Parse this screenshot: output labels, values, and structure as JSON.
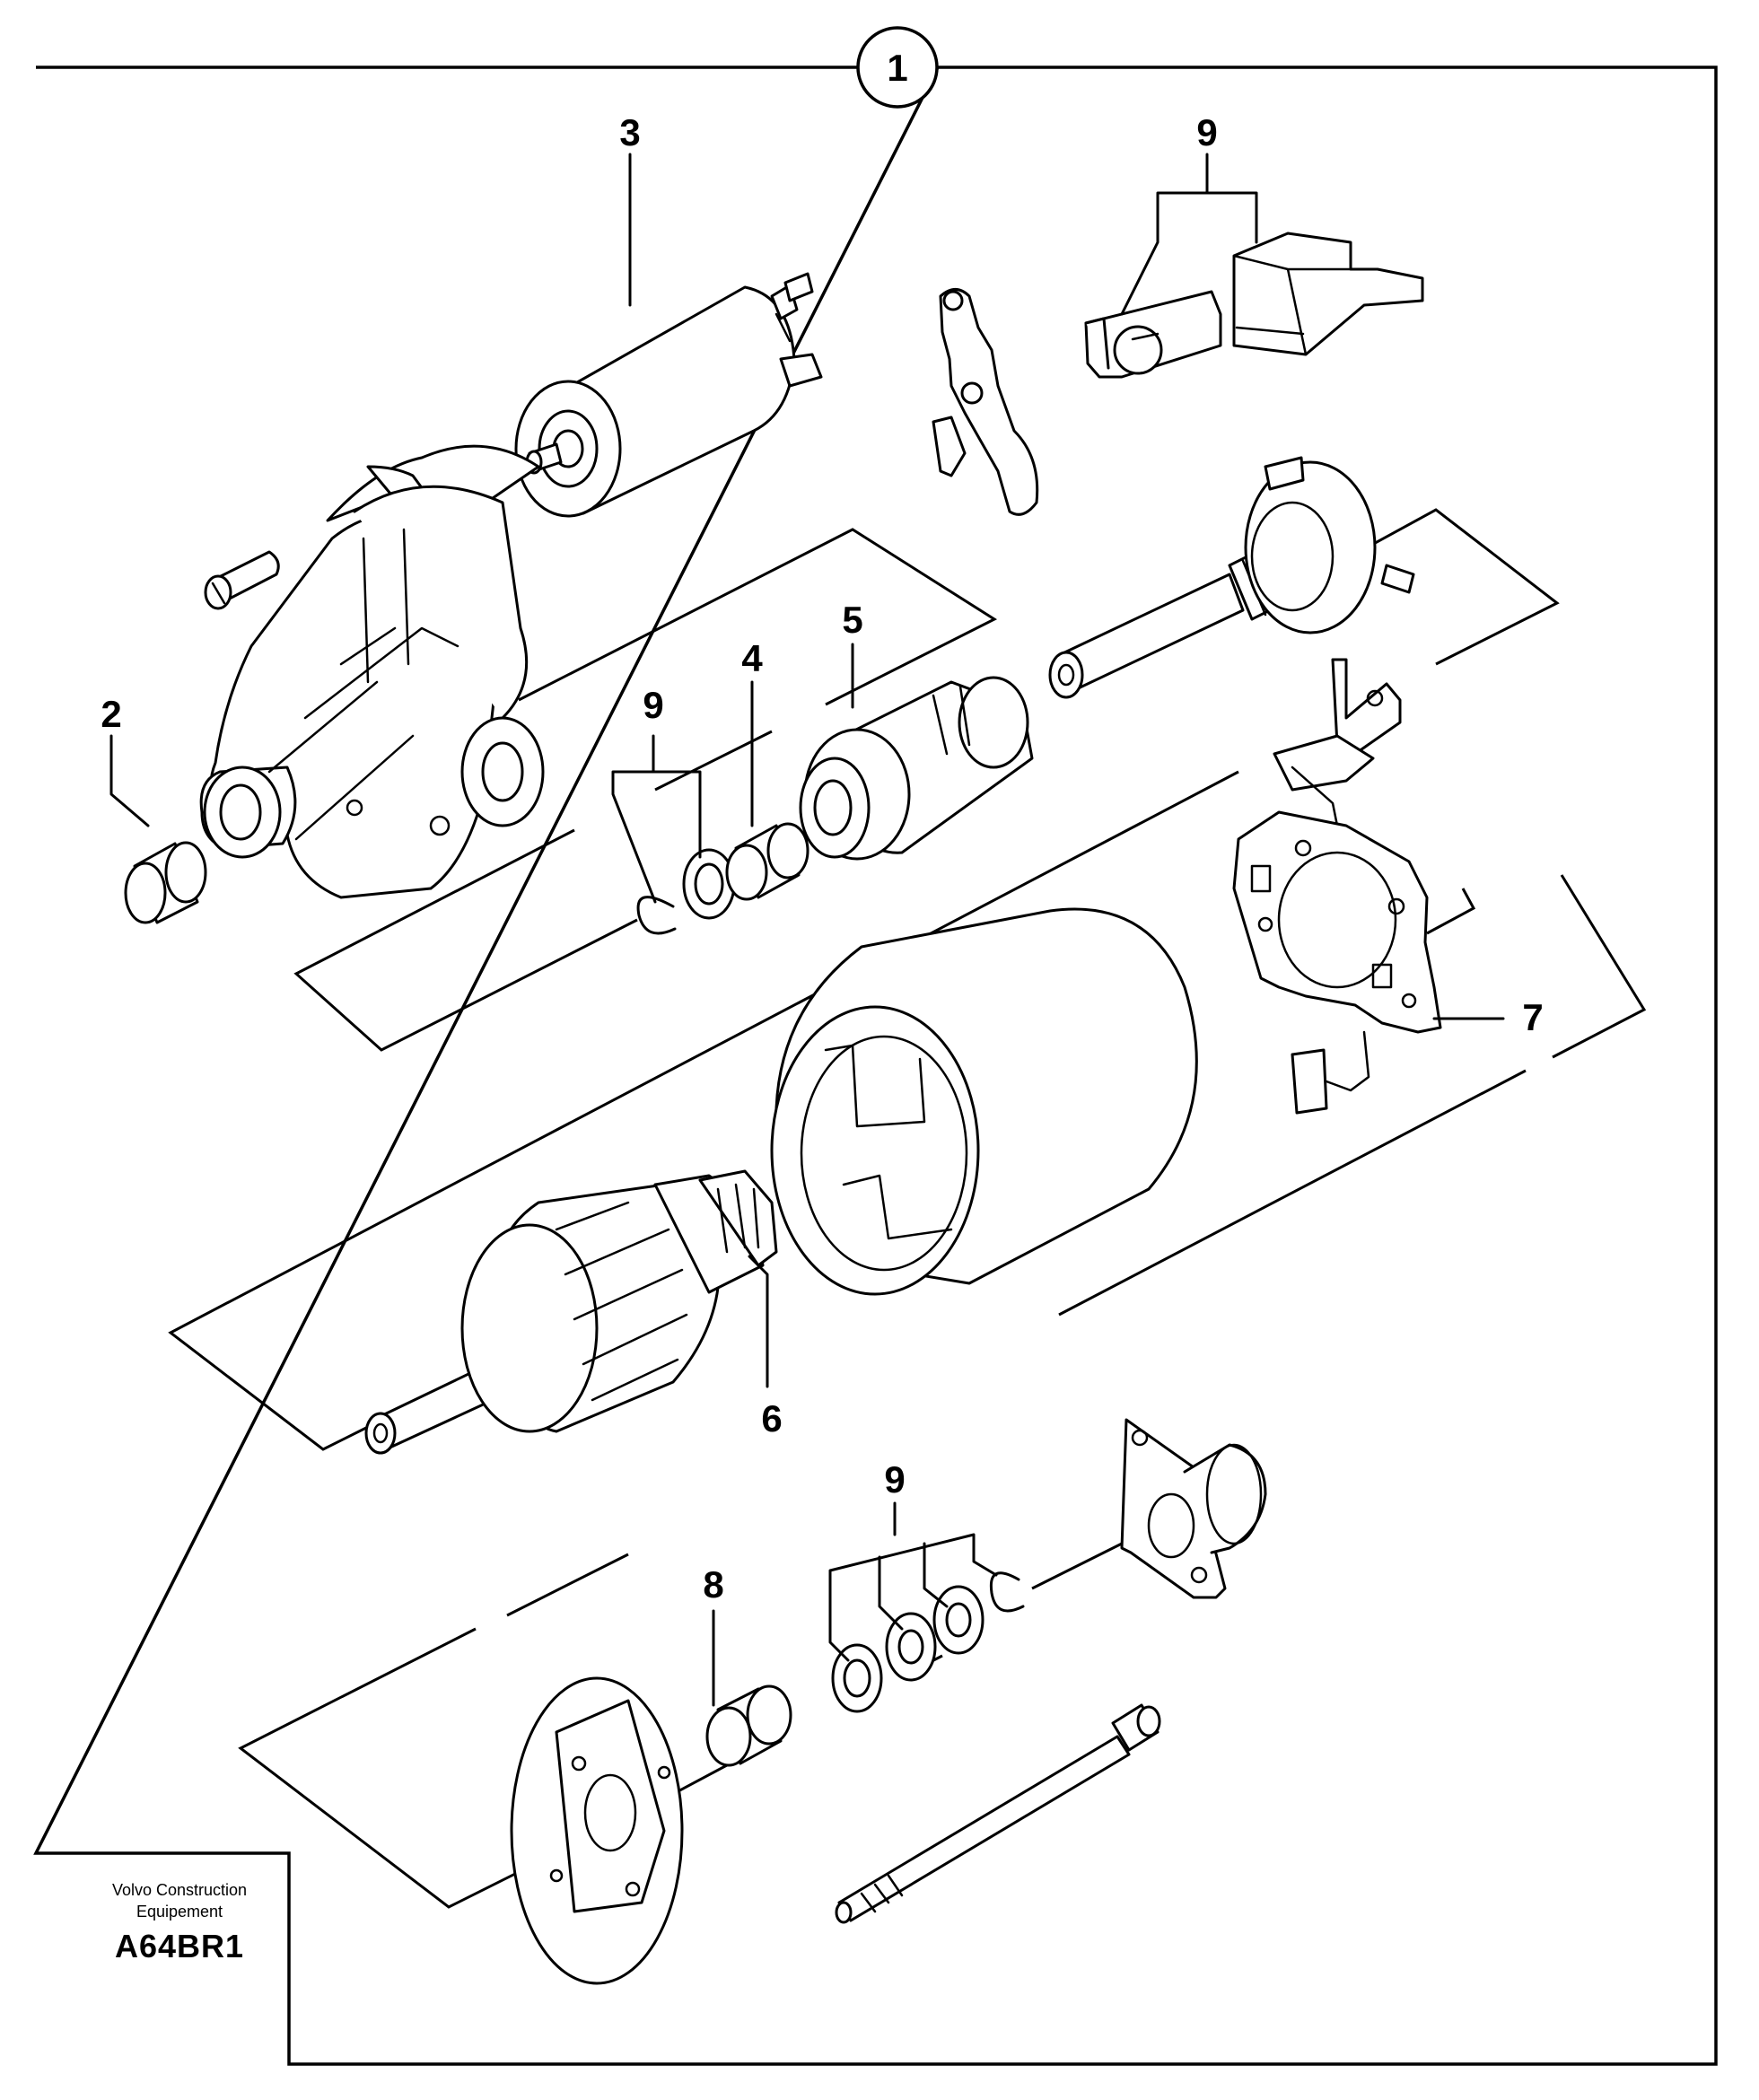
{
  "assembly_callout": "1",
  "callouts": {
    "c2": "2",
    "c3": "3",
    "c4": "4",
    "c5": "5",
    "c6": "6",
    "c7": "7",
    "c8": "8",
    "c9_top": "9",
    "c9_mid": "9",
    "c9_bottom": "9"
  },
  "footer": {
    "maker_line1": "Volvo Construction",
    "maker_line2": "Equipement",
    "drawing_code": "A64BR1"
  }
}
